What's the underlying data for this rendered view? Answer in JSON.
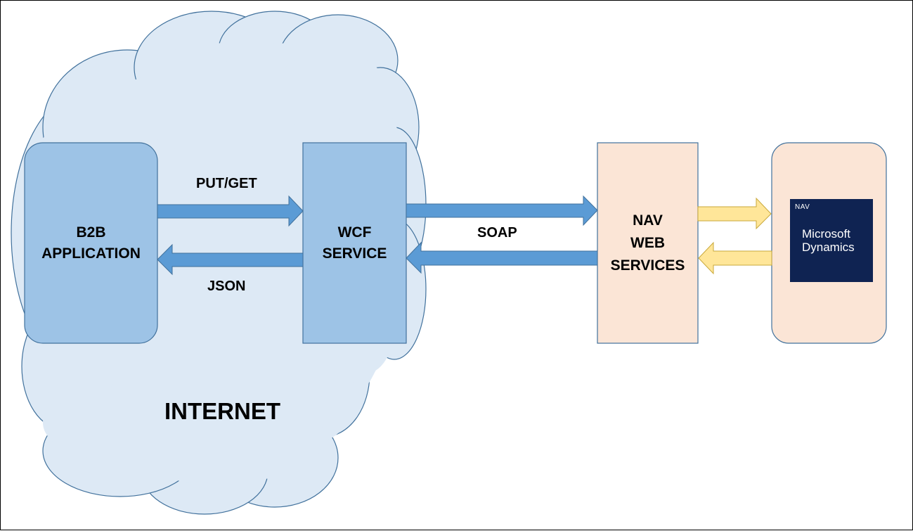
{
  "nodes": {
    "b2b": {
      "line1": "B2B",
      "line2": "APPLICATION"
    },
    "wcf": {
      "line1": "WCF",
      "line2": "SERVICE"
    },
    "nav_ws": {
      "line1": "NAV",
      "line2": "WEB",
      "line3": "SERVICES"
    },
    "dynamics_logo": {
      "tag": "NAV",
      "line1": "Microsoft",
      "line2": "Dynamics"
    }
  },
  "edges": {
    "put_get": "PUT/GET",
    "json": "JSON",
    "soap": "SOAP"
  },
  "cloud": {
    "label": "INTERNET"
  },
  "colors": {
    "cloud_fill": "#dde9f5",
    "cloud_stroke": "#41719c",
    "blue_box": "#9dc3e6",
    "blue_arrow": "#5b9bd5",
    "peach_box": "#fbe5d6",
    "yellow_arrow": "#ffe699",
    "logo_bg": "#0f2352"
  }
}
